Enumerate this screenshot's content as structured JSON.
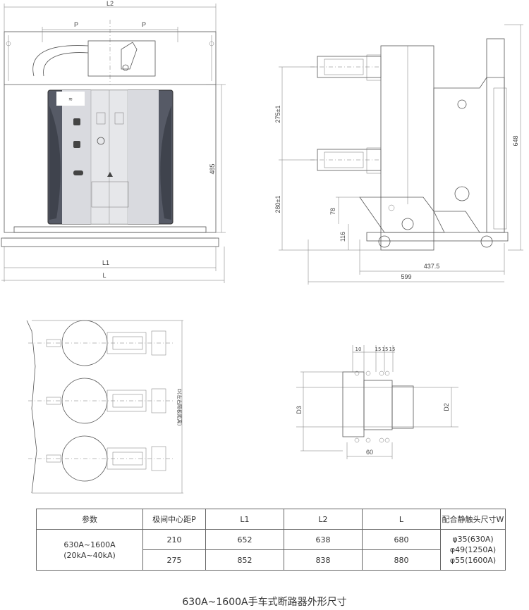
{
  "front_view": {
    "dim_L2": "L2",
    "dim_P_left": "P",
    "dim_P_right": "P",
    "dim_485": "485",
    "dim_L1": "L1",
    "dim_L": "L"
  },
  "side_view": {
    "dim_275": "275±1",
    "dim_280": "280±1",
    "dim_78": "78",
    "dim_116": "116",
    "dim_648": "648",
    "dim_437": "437.5",
    "dim_599": "599"
  },
  "plan_view": {
    "dim_D": "D(左右隔板距离)"
  },
  "contact_view": {
    "dim_10": "10",
    "dim_15a": "15",
    "dim_15b": "15",
    "dim_15c": "15",
    "dim_D3": "D3",
    "dim_D2": "D2",
    "dim_60": "60"
  },
  "table": {
    "headers": [
      "参数",
      "极间中心距P",
      "L1",
      "L2",
      "L",
      "配合静触头尺寸W"
    ],
    "param_line1": "630A~1600A",
    "param_line2": "(20kA~40kA)",
    "rows": [
      {
        "P": "210",
        "L1": "652",
        "L2": "638",
        "L": "680"
      },
      {
        "P": "275",
        "L1": "852",
        "L2": "838",
        "L": "880"
      }
    ],
    "W_values": [
      "φ35(630A)",
      "φ49(1250A)",
      "φ55(1600A)"
    ]
  },
  "caption": "630A~1600A手车式断路器外形尺寸"
}
